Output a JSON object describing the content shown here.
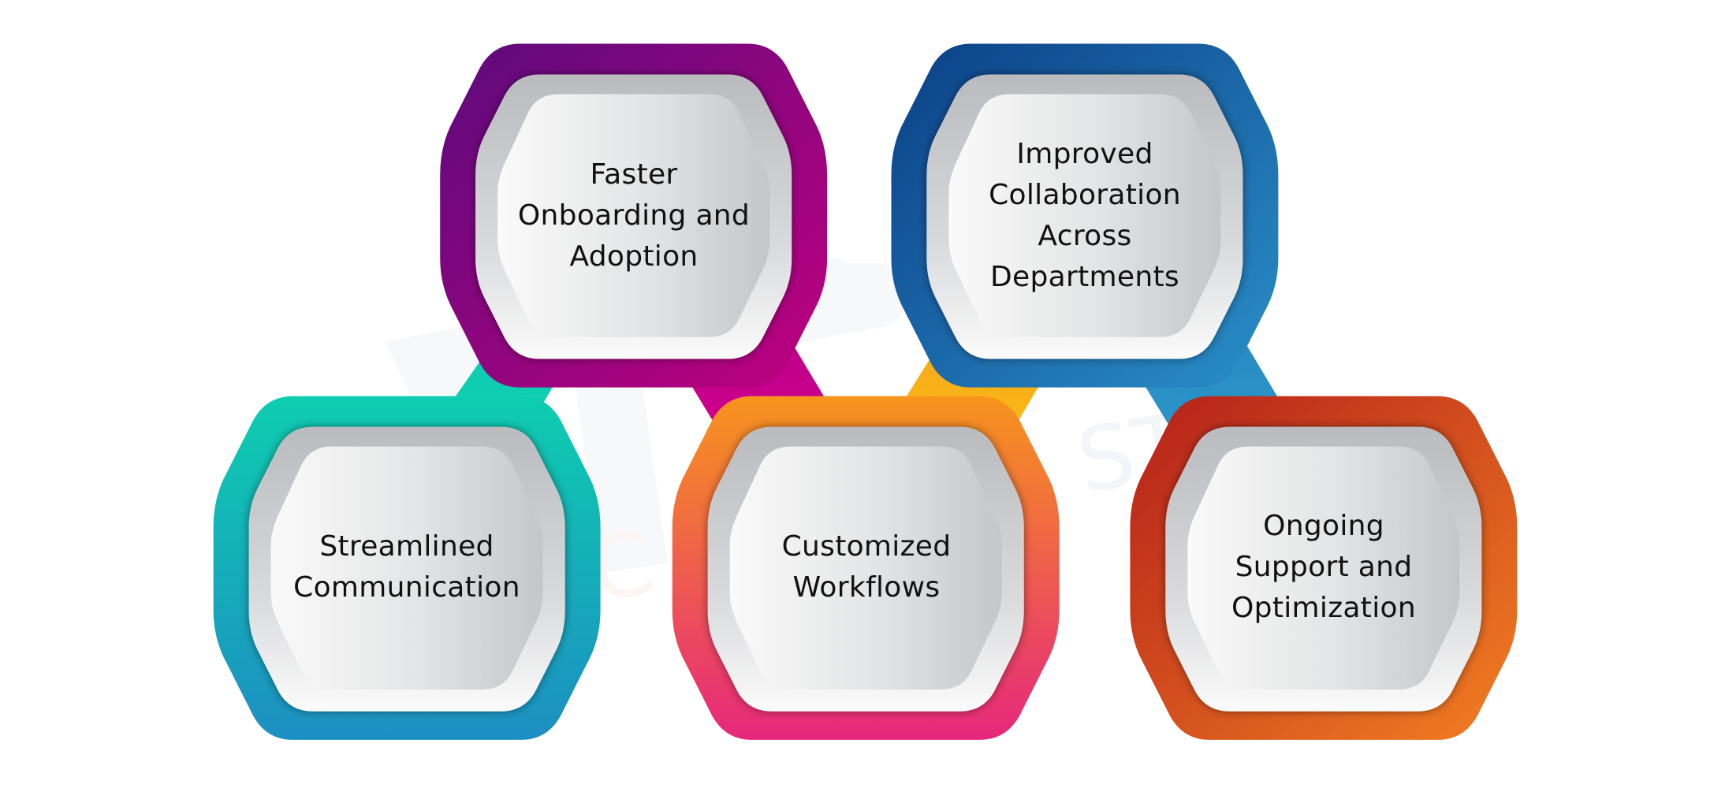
{
  "diagram": {
    "type": "hexagon-benefits-infographic",
    "watermark": "faint logo watermark",
    "nodes": [
      {
        "id": "faster",
        "lines": [
          "Faster",
          "Onboarding and",
          "Adoption"
        ],
        "colors": {
          "start": "#5c0a7d",
          "end": "#b0007f"
        },
        "connector_color": "#c8008a"
      },
      {
        "id": "improved",
        "lines": [
          "Improved",
          "Collaboration",
          "Across",
          "Departments"
        ],
        "colors": {
          "start": "#0b4a8e",
          "end": "#2a8bc4"
        },
        "connector_color": "#2b93c6"
      },
      {
        "id": "streamlined",
        "lines": [
          "Streamlined",
          "Communication"
        ],
        "colors": {
          "start": "#0ecdb0",
          "end": "#1f8fc0"
        },
        "connector_color": "#0ecdb0"
      },
      {
        "id": "customized",
        "lines": [
          "Customized",
          "Workflows"
        ],
        "colors": {
          "start": "#f7941d",
          "end": "#e5287a"
        },
        "connector_color": "#f9b617"
      },
      {
        "id": "ongoing",
        "lines": [
          "Ongoing",
          "Support and",
          "Optimization"
        ],
        "colors": {
          "start": "#b8241a",
          "end": "#f07d22"
        }
      }
    ]
  }
}
